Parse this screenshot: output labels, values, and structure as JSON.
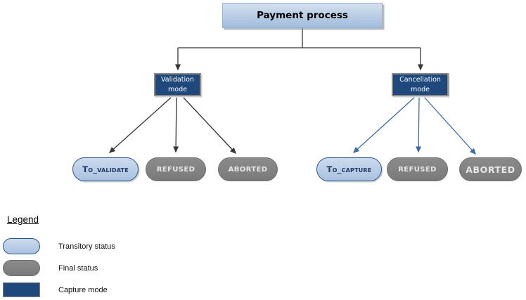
{
  "diagram": {
    "root": {
      "label": "Payment process"
    },
    "modes": [
      {
        "label": "Validation mode"
      },
      {
        "label": "Cancellation mode"
      }
    ],
    "statuses": [
      {
        "label": "To_validate",
        "type": "transitory",
        "branch": "validation"
      },
      {
        "label": "REFUSED",
        "type": "final",
        "branch": "validation"
      },
      {
        "label": "ABORTED",
        "type": "final",
        "branch": "validation"
      },
      {
        "label": "To_capture",
        "type": "transitory",
        "branch": "cancellation"
      },
      {
        "label": "REFUSED",
        "type": "final",
        "branch": "cancellation"
      },
      {
        "label": "ABORTED",
        "type": "final",
        "branch": "cancellation"
      }
    ]
  },
  "legend": {
    "title": "Legend",
    "items": [
      {
        "label": "Transitory status",
        "swatch": "transitory"
      },
      {
        "label": "Final status",
        "swatch": "final"
      },
      {
        "label": "Capture mode",
        "swatch": "capture"
      }
    ]
  },
  "colors": {
    "root-fill-top": "#d4e0ef",
    "root-fill-bottom": "#a1bcdb",
    "root-border": "#95b3d7",
    "mode-fill": "#1f497d",
    "mode-border": "#8c8c8c",
    "transitory-fill-top": "#ccdaed",
    "transitory-fill-bottom": "#aac2e0",
    "transitory-border": "#2c5687",
    "transitory-text": "#1f3864",
    "final-fill-top": "#8b8b8b",
    "final-fill-bottom": "#7a7a7a",
    "final-border": "#6e6e6e",
    "final-text": "#e8e8e8",
    "arrow-dark": "#363636",
    "arrow-blue": "#3b6ca8",
    "text-dark": "#000000"
  }
}
